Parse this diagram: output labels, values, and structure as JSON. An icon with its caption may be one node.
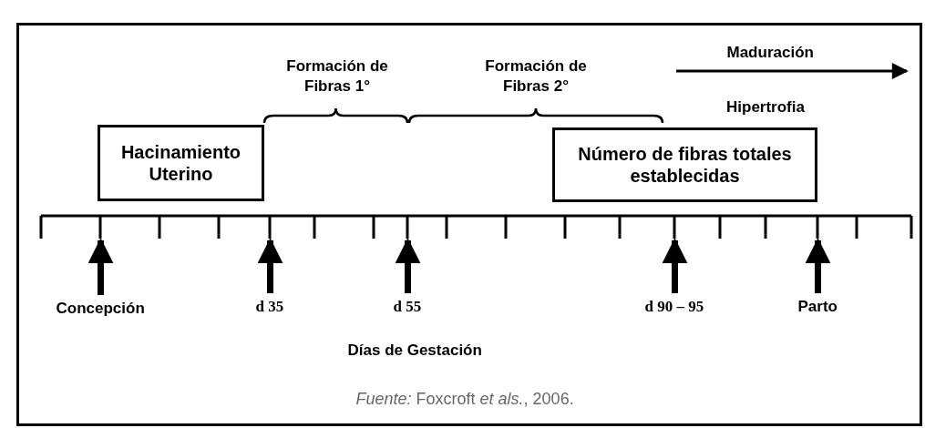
{
  "diagram": {
    "caption": "*Fuente:* Foxcroft *et als.*, 2006.",
    "nodes": [
      {
        "text": [
          "Hacinamiento Uterino"
        ]
      },
      {
        "text": [
          "Número de fibras totales establecidas"
        ]
      },
      {
        "text": [
          "Concepción"
        ]
      },
      {
        "text": [
          "d 35"
        ]
      },
      {
        "text": [
          "d 55"
        ]
      },
      {
        "text": [
          "d 90 – 95"
        ]
      },
      {
        "text": [
          "Parto"
        ]
      },
      {
        "text": [],
        "shape": "bar"
      }
    ],
    "edges": [
      {
        "from": 2,
        "to": 7,
        "arrow": "to"
      },
      {
        "from": 3,
        "to": 7,
        "arrow": "to"
      },
      {
        "from": 4,
        "to": 7,
        "arrow": "to"
      },
      {
        "from": 5,
        "to": 7,
        "arrow": "to"
      },
      {
        "from": 6,
        "to": 7,
        "arrow": "to"
      }
    ],
    "labels": [
      "Formación de Fibras 1°",
      "Formación de Fibras 2°",
      "Maduración",
      "Hipertrofia",
      "Días de Gestación"
    ]
  }
}
